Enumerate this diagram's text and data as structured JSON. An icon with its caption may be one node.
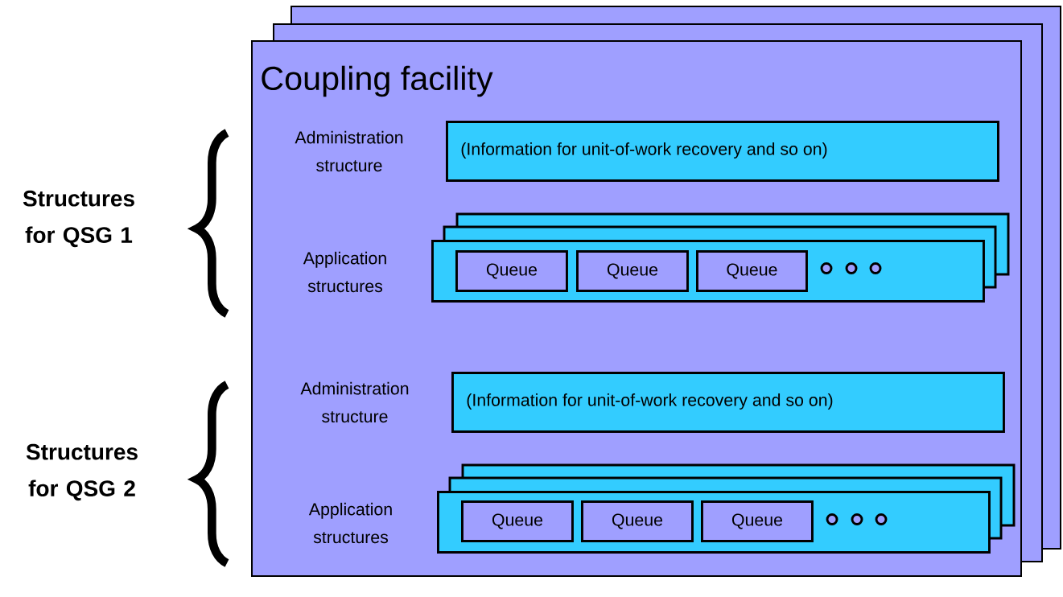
{
  "diagram": {
    "nodes": [
      {
        "text": [
          "Coupling facility"
        ]
      },
      {
        "text": [
          "(Information for unit-of-work recovery and so on)"
        ],
        "in": 0,
        "beside": [
          "Administration structure"
        ]
      },
      {
        "text": [],
        "shape": "box",
        "in": 0,
        "beside": [
          "Application structures"
        ]
      },
      {
        "text": [
          "Queue"
        ],
        "in": 2
      },
      {
        "text": [
          "Queue"
        ],
        "in": 2
      },
      {
        "text": [
          "Queue"
        ],
        "in": 2
      },
      {
        "text": [
          "(Information for unit-of-work recovery and so on)"
        ],
        "in": 0,
        "beside": [
          "Administration structure"
        ]
      },
      {
        "text": [],
        "shape": "box",
        "in": 0,
        "beside": [
          "Application structures"
        ]
      },
      {
        "text": [
          "Queue"
        ],
        "in": 7
      },
      {
        "text": [
          "Queue"
        ],
        "in": 7
      },
      {
        "text": [
          "Queue"
        ],
        "in": 7
      }
    ],
    "labels": [
      "Structures for QSG 1",
      "Structures for QSG 2"
    ]
  }
}
